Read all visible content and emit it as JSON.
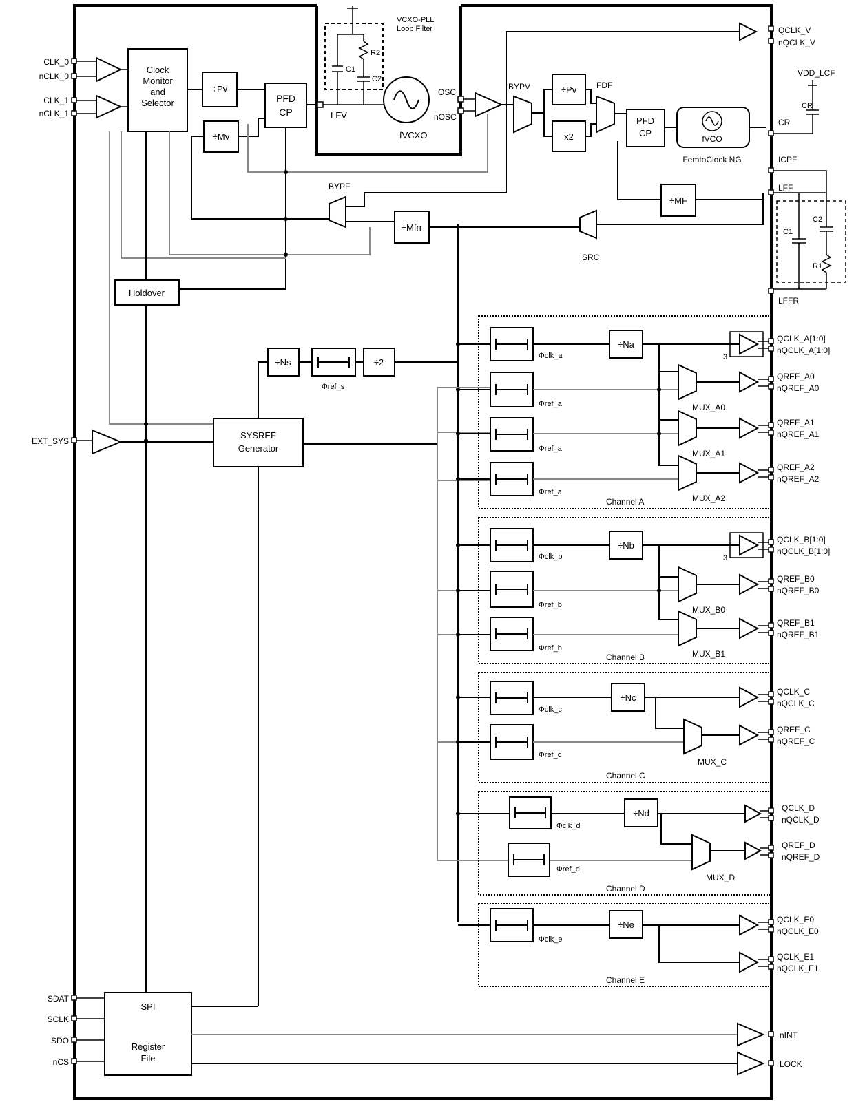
{
  "pins_left": {
    "clk0": "CLK_0",
    "nclk0": "nCLK_0",
    "clk1": "CLK_1",
    "nclk1": "nCLK_1",
    "ext_sys": "EXT_SYS",
    "sdat": "SDAT",
    "sclk": "SCLK",
    "sdo": "SDO",
    "ncs": "nCS"
  },
  "pins_right": {
    "qclk_v": "QCLK_V",
    "nqclk_v": "nQCLK_V",
    "vdd_lcf": "VDD_LCF",
    "cr": "CR",
    "icpf": "ICPF",
    "lff": "LFF",
    "lffr": "LFFR",
    "qclk_a": "QCLK_A[1:0]",
    "nqclk_a": "nQCLK_A[1:0]",
    "qref_a0": "QREF_A0",
    "nqref_a0": "nQREF_A0",
    "qref_a1": "QREF_A1",
    "nqref_a1": "nQREF_A1",
    "qref_a2": "QREF_A2",
    "nqref_a2": "nQREF_A2",
    "qclk_b": "QCLK_B[1:0]",
    "nqclk_b": "nQCLK_B[1:0]",
    "qref_b0": "QREF_B0",
    "nqref_b0": "nQREF_B0",
    "qref_b1": "QREF_B1",
    "nqref_b1": "nQREF_B1",
    "qclk_c": "QCLK_C",
    "nqclk_c": "nQCLK_C",
    "qref_c": "QREF_C",
    "nqref_c": "nQREF_C",
    "qclk_d": "QCLK_D",
    "nqclk_d": "nQCLK_D",
    "qref_d": "QREF_D",
    "nqref_d": "nQREF_D",
    "qclk_e0": "QCLK_E0",
    "nqclk_e0": "nQCLK_E0",
    "qclk_e1": "QCLK_E1",
    "nqclk_e1": "nQCLK_E1",
    "nint": "nINT",
    "lock": "LOCK"
  },
  "blocks": {
    "clock_monitor": [
      "Clock",
      "Monitor",
      "and",
      "Selector"
    ],
    "div_pv": "÷Pv",
    "div_mv": "÷Mv",
    "pfd_cp": [
      "PFD",
      "CP"
    ],
    "vcxo_filter": [
      "VCXO-PLL",
      "Loop Filter"
    ],
    "c1": "C1",
    "r2": "R2",
    "c2": "C2",
    "lfv": "LFV",
    "osc": "OSC",
    "nosc": "nOSC",
    "fvcxo": "fVCXO",
    "bypv": "BYPV",
    "fdf": "FDF",
    "x2": "x2",
    "pfd_cp2": [
      "PFD",
      "CP"
    ],
    "femtoclock": "FemtoClock NG",
    "fvco": "fVCO",
    "div_mf": "÷MF",
    "bypf": "BYPF",
    "div_mfr": "÷Mfrr",
    "src": "SRC",
    "holdover": "Holdover",
    "cr_cap": "CR",
    "lf_c2": "C2",
    "lf_c1": "C1",
    "lf_r1": "R1",
    "div_ns": "÷Ns",
    "div2": "÷2",
    "phi_ref_s": "Φref_s",
    "sysref": [
      "SYSREF",
      "Generator"
    ],
    "spi": "SPI",
    "register_file": [
      "Register",
      "File"
    ]
  },
  "channels": {
    "a": {
      "label": "Channel A",
      "div": "÷Na",
      "phi_clk": "Φclk_a",
      "phi_ref": "Φref_a",
      "mux": [
        "MUX_A0",
        "MUX_A1",
        "MUX_A2"
      ],
      "mark": "3"
    },
    "b": {
      "label": "Channel B",
      "div": "÷Nb",
      "phi_clk": "Φclk_b",
      "phi_ref": "Φref_b",
      "mux": [
        "MUX_B0",
        "MUX_B1"
      ],
      "mark": "3"
    },
    "c": {
      "label": "Channel C",
      "div": "÷Nc",
      "phi_clk": "Φclk_c",
      "phi_ref": "Φref_c",
      "mux": [
        "MUX_C"
      ]
    },
    "d": {
      "label": "Channel D",
      "div": "÷Nd",
      "phi_clk": "Φclk_d",
      "phi_ref": "Φref_d",
      "mux": [
        "MUX_D"
      ]
    },
    "e": {
      "label": "Channel E",
      "div": "÷Ne",
      "phi_clk": "Φclk_e"
    }
  }
}
